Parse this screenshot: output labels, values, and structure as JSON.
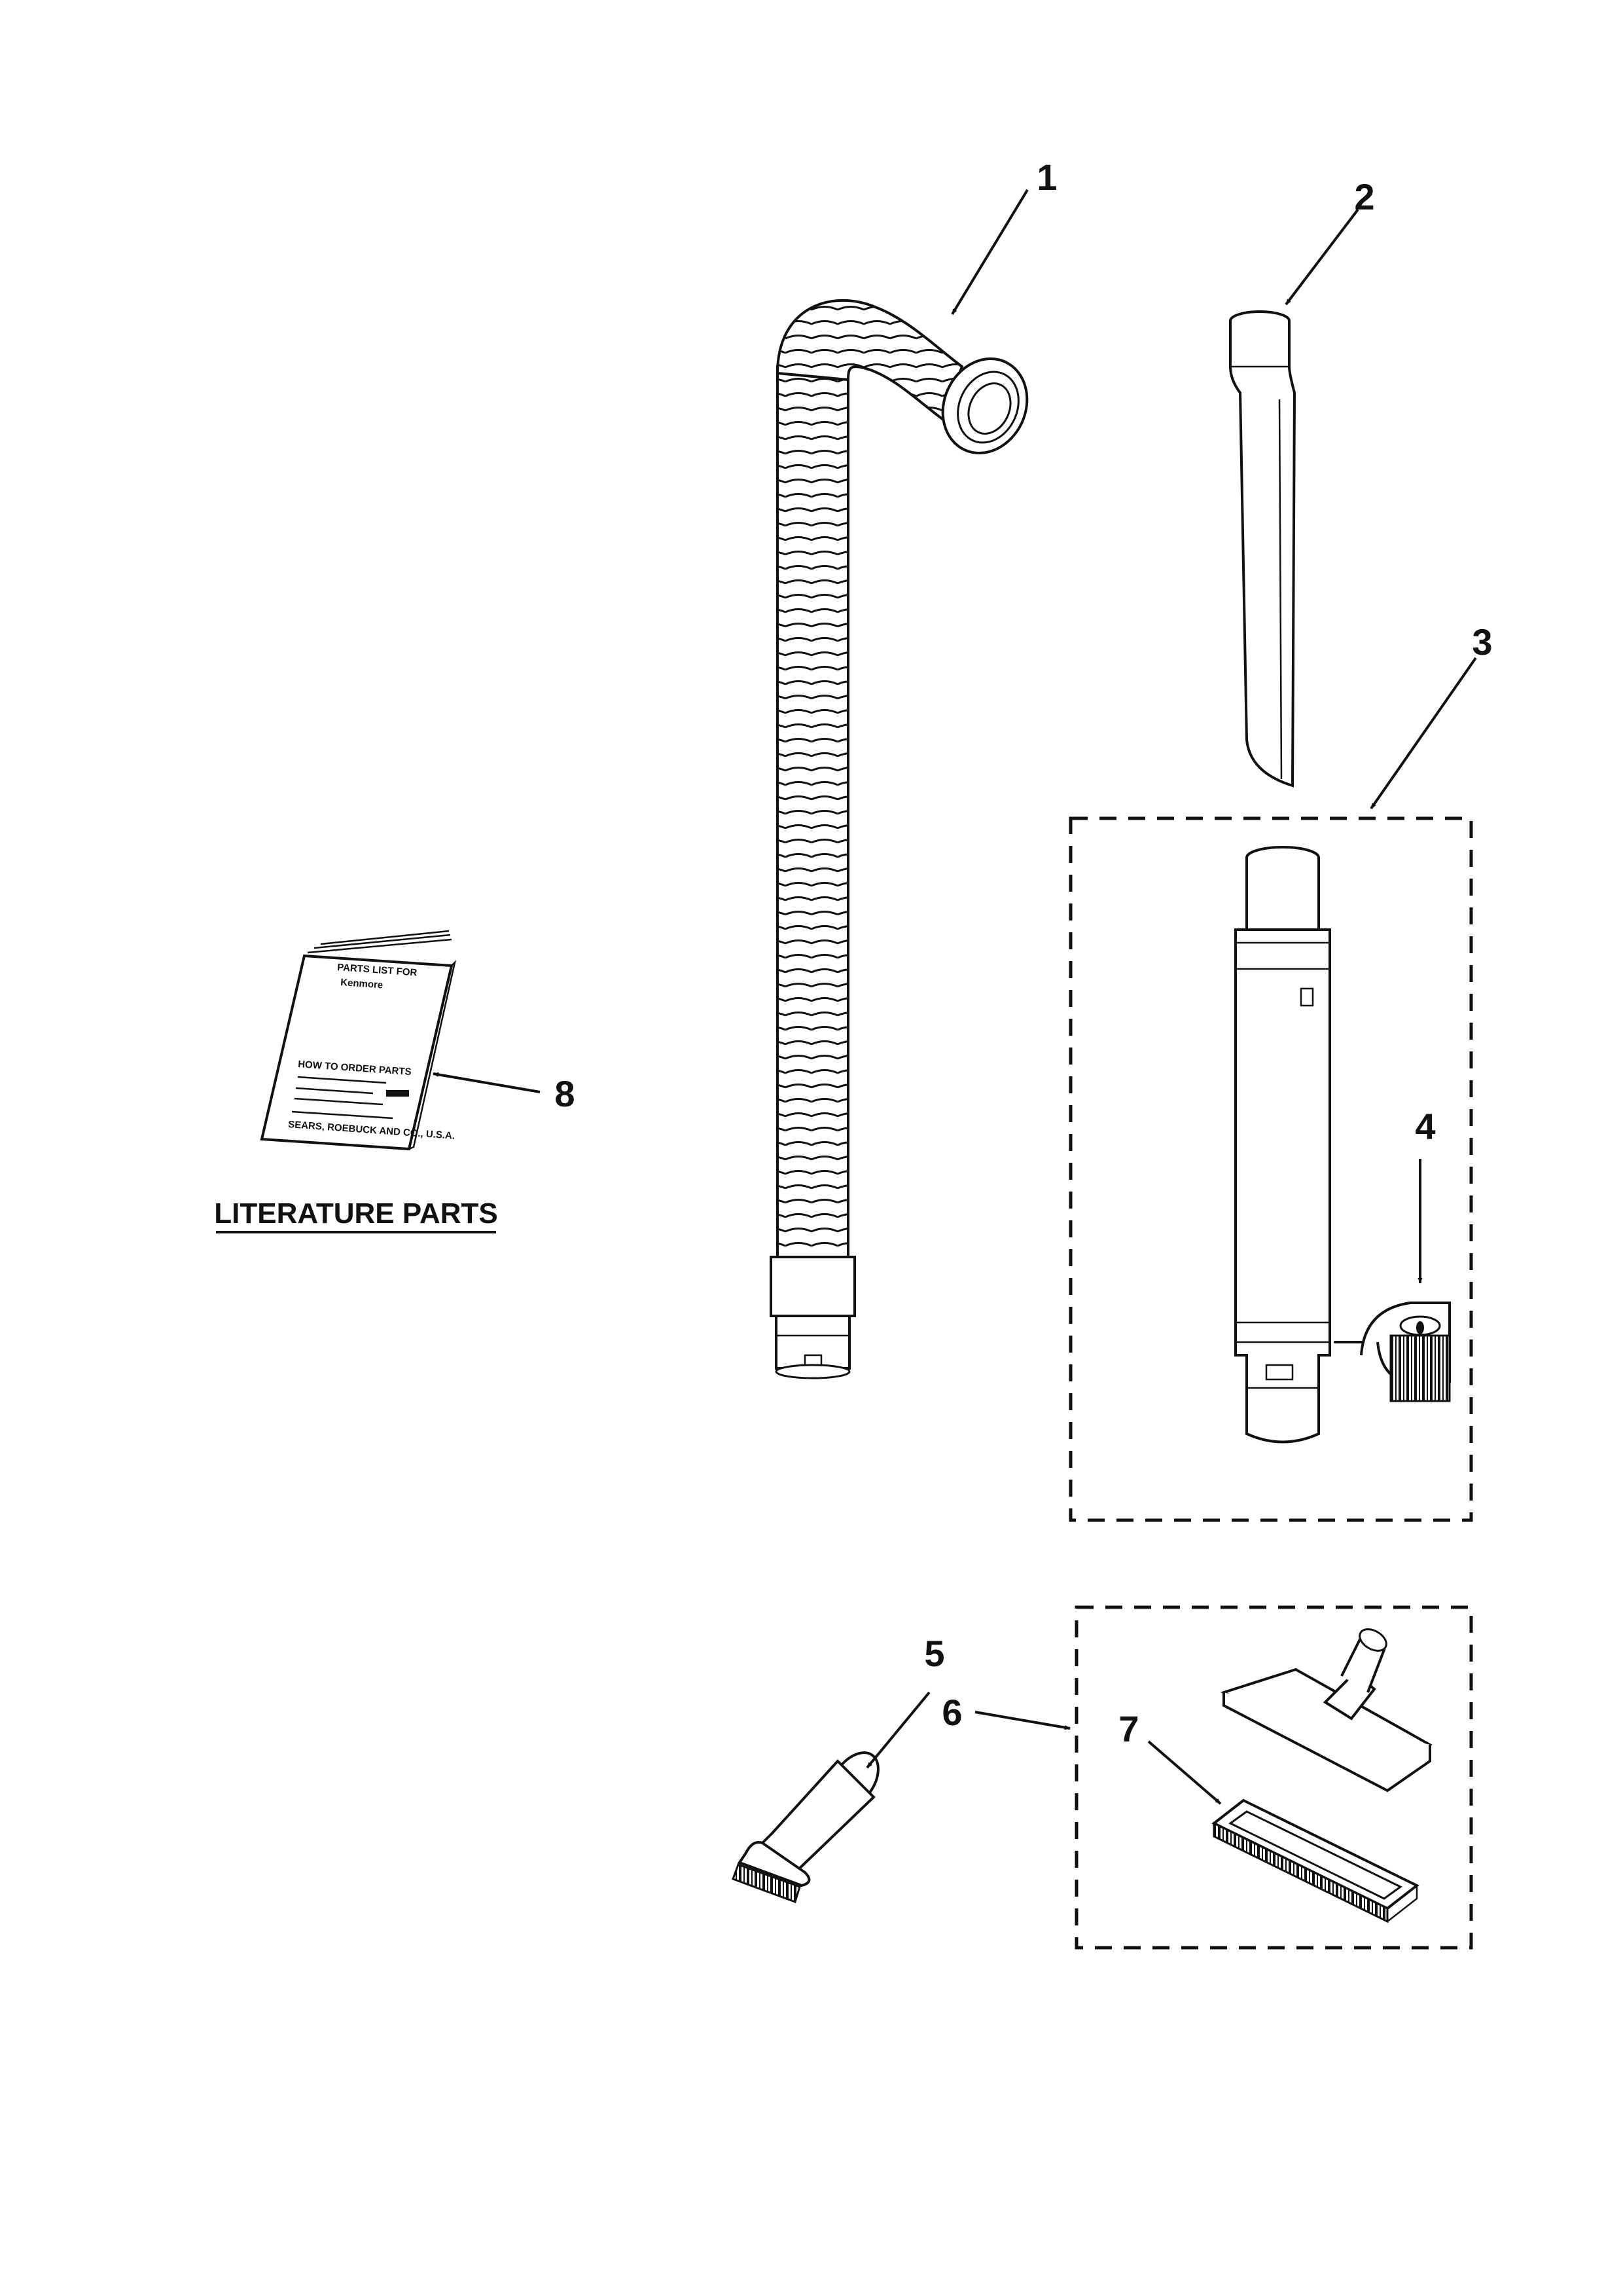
{
  "callouts": {
    "c1": "1",
    "c2": "2",
    "c3": "3",
    "c4": "4",
    "c5": "5",
    "c6": "6",
    "c7": "7",
    "c8": "8"
  },
  "literature_caption": "LITERATURE PARTS",
  "booklet": {
    "line1": "PARTS LIST FOR",
    "line2": "Kenmore",
    "line3": "HOW TO ORDER PARTS",
    "line4": "SEARS, ROEBUCK AND CO., U.S.A."
  }
}
